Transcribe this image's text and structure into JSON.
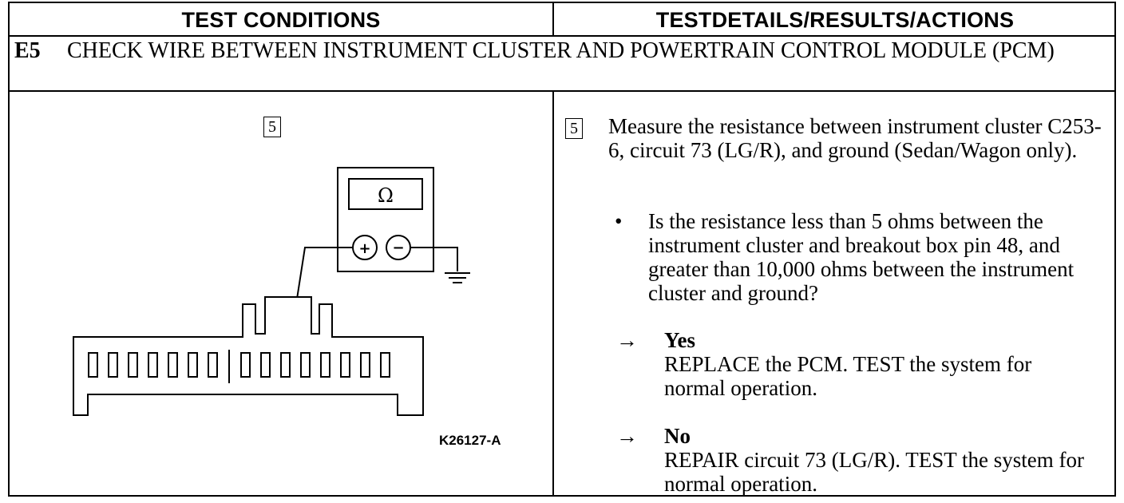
{
  "headers": {
    "left": "TEST CONDITIONS",
    "right": "TESTDETAILS/RESULTS/ACTIONS"
  },
  "step": {
    "id": "E5",
    "title": "CHECK WIRE BETWEEN INSTRUMENT CLUSTER AND POWERTRAIN CONTROL MODULE (PCM)"
  },
  "figure": {
    "step_box": "5",
    "meter_symbol": "Ω",
    "plus_symbol": "+",
    "minus_symbol": "−",
    "figure_id": "K26127-A"
  },
  "details": {
    "step_box": "5",
    "instruction": "Measure the resistance between instrument cluster C253-6, circuit 73 (LG/R), and ground (Sedan/Wagon only).",
    "bullet": "•",
    "question": "Is the resistance less than 5 ohms between the instrument cluster and breakout box pin 48, and greater than 10,000 ohms between the instrument cluster and ground?",
    "arrow": "→",
    "yes_label": "Yes",
    "yes_action": "REPLACE the PCM. TEST the system for normal operation.",
    "no_label": "No",
    "no_action": "REPAIR circuit 73 (LG/R). TEST the system for normal operation."
  }
}
